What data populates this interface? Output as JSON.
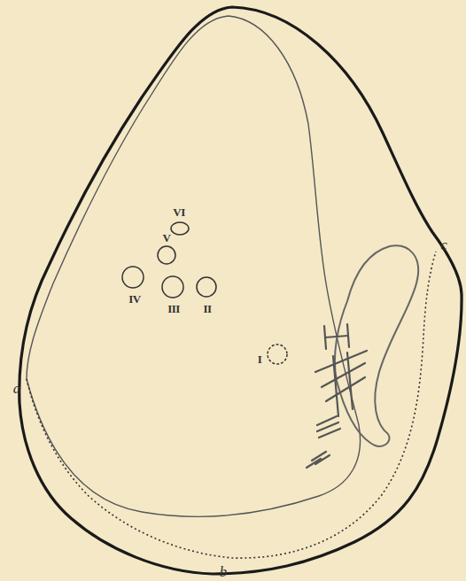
{
  "diagram": {
    "labels": [
      "VI",
      "V",
      "IV",
      "III",
      "II",
      "I",
      "a",
      "b",
      "c"
    ]
  }
}
